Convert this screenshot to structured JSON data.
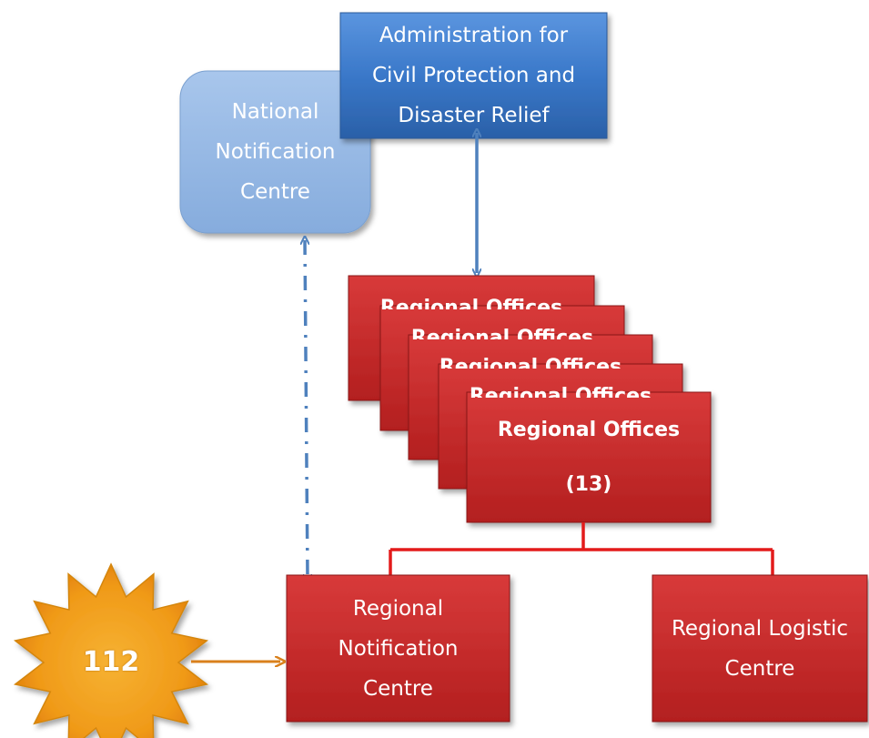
{
  "admin": {
    "label": "Administration for\nCivil Protection and\nDisaster Relief"
  },
  "national": {
    "label": "National\nNotification\nCentre"
  },
  "regional_offices": {
    "label": "Regional Offices\n(13)",
    "stack_label": "Regional Offices"
  },
  "regional_notification": {
    "label": "Regional\nNotification\nCentre"
  },
  "regional_logistic": {
    "label": "Regional Logistic\nCentre"
  },
  "emergency": {
    "label": "112"
  },
  "colors": {
    "admin_blue": "#3a78c9",
    "national_light_blue": "#8fb4e3",
    "office_red": "#d23232",
    "connector_blue": "#4f81bd",
    "connector_red": "#e31b1b",
    "star_orange": "#f4a21c",
    "arrow_orange": "#d9801c"
  }
}
